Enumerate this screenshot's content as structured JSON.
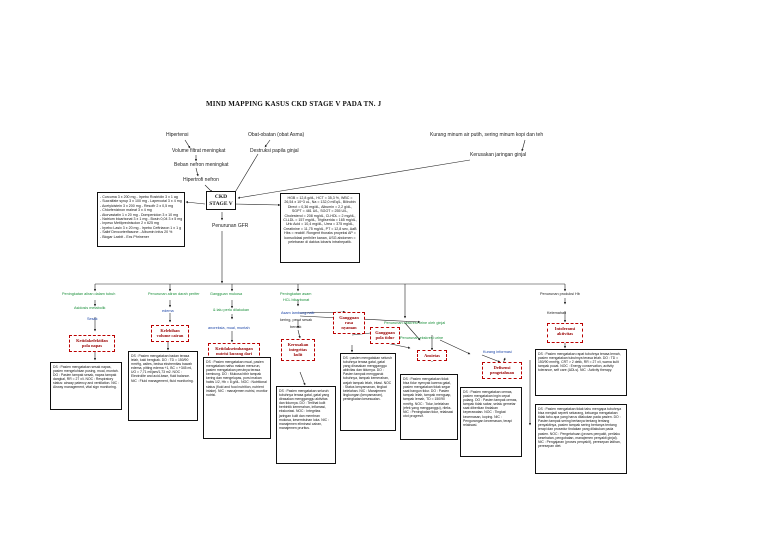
{
  "title": "MIND MAPPING KASUS CKD STAGE V PADA TN. J",
  "center_node": [
    "CKD",
    "STAGE V"
  ],
  "causes": {
    "hipertensi": "Hipertensi",
    "volume": "Volume filtrat meningkat",
    "beban": "Beban nefron meningkat",
    "hipertrofi": "Hipertrofi nefron",
    "obat": "Obat-obatan (obat Asma)",
    "destruksi": "Destruksi papila ginjal",
    "kurang_minum": "Kurang minum air putih, sering minum kopi dan teh",
    "kerusakan": "Kerusakan jaringan ginjal",
    "penurunan_gfr": "Penurunan GFR"
  },
  "therapy_box": [
    "- Curcuma 3 x 200 mg   - Irpebo Rostridin 3 x 1 ag",
    "- Sucralfate syrup 3 x 100 mg   - Lapercotal 3 x 4 mg",
    "- Acetylcistein 3 x 200 mg   - Resofir 2 x 0,5 mg",
    "- Chlorfenizinon maleat 3 x 4 mg",
    "- Atorvastatin 1 x 20 mg   - Dompenidon 3 x 10 mg",
    "- Natrium bicarbonat 3 x 1 mg   - Bosin 0,04 3 x 5 mg",
    "- Inpeso Metilprednisolon 2 x 625 mg",
    "- Irpebo Lasix 3 x 20 mg   - Irpebo Ceftriaxon 1 x 1 g",
    "- Salbf Dexcorterlfasone   - Albumin infus 20 %",
    "- Biogar Laxbit   - Exs Phrinener"
  ],
  "lab_box": "HGB = 12,8 g/dL, HCT = 35,3 %, WBC = 26,54 x 10^3 uL, Na = 132,0 mEq/L, Bilirubin Direct = 0,36 mg/dL, Albumin = 2,2 g/dL, SGPT = 481 U/L, SGOT = 255 U/L, Cholesterol = 208 mg/dL, Cl-HDL = 2 mg/dL, Cl-LDL = 157 mg/dL, Trigliserida = 165 mg/dL, Uric Acid = 10,4 mg/dL, Urea = 375 mg/dL, Creatinine = 11,75 mg/dL, PT = 12,8 sec, AaB Hbs = reaktif. Rongent thoraks proyeksi AP = konsolidasi perihiler kanan, USG abdomen = pelebaran di daktus lobaris intrahepatik.",
  "branch": {
    "peningkatan_air": "Peningkatan aliran dalam tubuh",
    "asidosis": "Asidosis metabolik",
    "sesak": "Sesak",
    "penurunan_perfusi": "Penurunan aliran darah perifer",
    "edema": "edema",
    "gangguan_mukosa": "Gangguan mukosa",
    "mukosa_gaster": "& lalu perlu dilakukan",
    "mual": "anoreksia, mual, muntah",
    "peningkatan_asam": "Peningkatan asam",
    "hcl_bikarbonat": "HCL bikarbonat",
    "asam_lambung": "Asam lambung naik",
    "nyeri_perut": "kering, perut sesak",
    "bercak": "bercak",
    "penurunan_ekskresi": "Penurunan ekskresi urine oleh ginjal",
    "pembentukan_sel": "Penurunan ekskresi urine",
    "kurang_informasi": "Kurang informasi",
    "penurunan_fungsi": "Penurunan produksi Hb",
    "kelemahan": "Kelemahan"
  },
  "diagnoses": {
    "d1": [
      "Ketidakefektifan",
      "pola napas"
    ],
    "d2": [
      "Kelebihan",
      "volume cairan"
    ],
    "d3": [
      "Ketidakseimbangan",
      "nutrisi kurang dari",
      "kebutuhan tubuh"
    ],
    "d4": [
      "Kerusakan",
      "integritas",
      "kulit"
    ],
    "d5": [
      "Gangguan",
      "rasa",
      "nyaman"
    ],
    "d6": [
      "Gangguan",
      "pola tidur"
    ],
    "d7": [
      "Ansietas"
    ],
    "d8": [
      "Defisensi",
      "pengetahuan"
    ],
    "d9": [
      "Intoleransi",
      "aktivitas"
    ]
  },
  "plans": {
    "p1": "DS : Pasien mengatakan sesak napas, pasien mengeluhkan pusing, mual, muntah. DO : Pasien tampak sesak, napas tampak dangkal, RR = 27 x/i. NOC : Respiratory status: airway patency and ventilation. NIC : Airway management, vital sign monitoring.",
    "p2": "DS : Pasien mengatakan badan terasa lelah, kaki bengkak. DO : TD = 150/90 mmHg, asites, bedsa ekstremitas bawah edema, pitting edema +1, BC = +345 ml, UO = 7,71 ml/jam/1,73 m2. NOC : Electrolite and acid-base, fluid balance. NIC : Fluid management, fluid monitoring.",
    "p3": "DS : Pasien mengatakan mual, pasien mengatakan nafsu makan menurun, pasien mengatakan perutnya terasa kembung. DO : Mukosa bibir tampak kering dan mengelupas, porsi makan habis 1/2, Hb = 8 g/dL. NOC : Nutritional status (fluid and food nutrition, nutrient intake). NIC : manajemen nutrisi, monitor nutrisi.",
    "p4": "DS : Pasien mengatakan seluruh tubuhnya terasa gatal, gatal yang dirasakan mengganggu aktivitas dan tidurnya. DO : Terlihat kulit berbintik kemerahan, inflamasi, ekskoriasi. NOC : Integritas jaringan kulit dan membran mukosa, kesembuhan luka. NIC : manajemen eliminasi cairan, manajemen pruritus.",
    "p5": "DS : pasien mengatakan seluruh tubuhnya terasa gatal, gatal yang dirasakan mengganggu aktivitas dan tidurnya. DO : Pasien tampak menggaruk tubuhnya, tampak kemerahan, wajah tampak lelah, iritasi. NOC : Status kenyamanan, tingkat kelelahan. NIC : Manajemen lingkungan (kenyamanan), peningkatan kesesuaian.",
    "p6": "DS : Pasien mengatakan tidak bisa tidur nyenyak karena gatal, pasien mengatakan tidak segar saat bangun tidur. DO : Pasien tampak lelah, tampak menguap, tampak lemah, TD = 150/90 mmHg. NOC : Tidur, kelelahan (efek yang mengganggu), rileks. NIC : Peningkatan tidur, relaksasi otot progresif.",
    "p7": "DS : Pasien mengatakan cemas, pasien mengatakan ingin cepat pulang. DO : Pasien tampak cemas, tampak tidak sabar, selalu gemetar saat diberikan tindakan keperawatan. NOC : Tingkat kecemasan, koping. NIC : Pengurangan kecemasan, terapi relaksasi.",
    "p8": "DS : Pasien mengatakan rapat tubuhnya terasa lemah, pasien mengatakan tubuhnya terasa lelah. DO : TD = 150/90 mmHg, CRT > 2 detik, RR = 27 x/i, warna kulit tampak pucat. NOC : Energy conservation, activity tolerance, self care (ADLs). NIC : Activity therapy.",
    "p9": "DS : Pasien mengatakan tidak tahu mengapa tubuhnya bisa menjadi seperti sekarang, keluarga mengatakan tidak tahu apa yang harus dilakukan pada pasien. DO : Pasien tampak sering bertanya tentang tentang penyakitnya, pasien tampak sering bertanya tentang terapi dan prosedur tindakan yang dilakukan pada pasien. NOC : Pengetahuan (proses penyakit, perilaku kesehatan, pengobatan, manajemen penyakit ginjal). NIC : Pengajaran (proses penyakit), peresepan latihan, peresepan diet."
  }
}
